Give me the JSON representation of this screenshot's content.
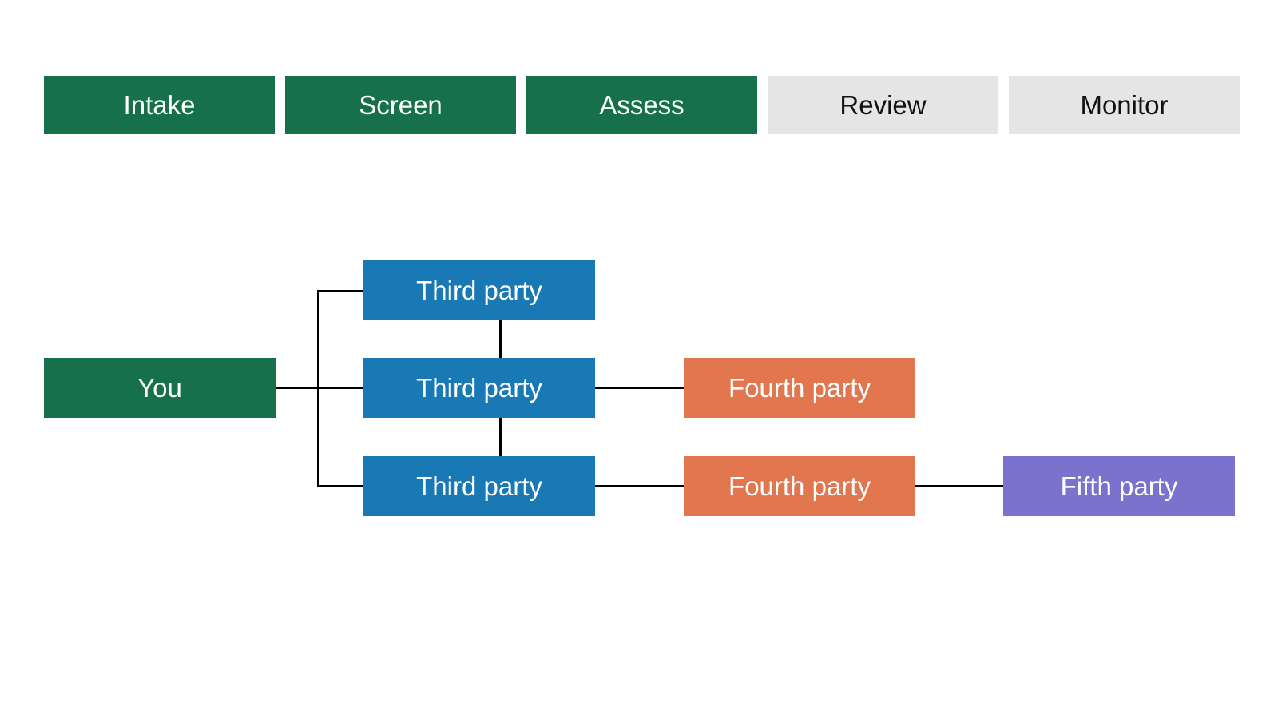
{
  "page": {
    "background": "#FFFFFF"
  },
  "palette": {
    "green": "#16714A",
    "blue": "#1979B5",
    "orange": "#E2774F",
    "purple": "#7B72CD",
    "gray": "#E5E5E5",
    "line": "#000000",
    "text_light": "#FFFFFF",
    "text_dark": "#111111"
  },
  "stages": {
    "items": [
      {
        "label": "Intake",
        "state": "highlighted"
      },
      {
        "label": "Screen",
        "state": "highlighted"
      },
      {
        "label": "Assess",
        "state": "highlighted"
      },
      {
        "label": "Review",
        "state": "dimmed"
      },
      {
        "label": "Monitor",
        "state": "dimmed"
      }
    ]
  },
  "diagram": {
    "nodes": [
      {
        "id": "you",
        "label": "You",
        "level": "you"
      },
      {
        "id": "third-1",
        "label": "Third party",
        "level": "third"
      },
      {
        "id": "third-2",
        "label": "Third party",
        "level": "third"
      },
      {
        "id": "third-3",
        "label": "Third party",
        "level": "third"
      },
      {
        "id": "fourth-1",
        "label": "Fourth party",
        "level": "fourth"
      },
      {
        "id": "fourth-2",
        "label": "Fourth party",
        "level": "fourth"
      },
      {
        "id": "fifth-1",
        "label": "Fifth party",
        "level": "fifth"
      }
    ],
    "edges": [
      {
        "from": "you",
        "to": "third-1"
      },
      {
        "from": "you",
        "to": "third-2"
      },
      {
        "from": "you",
        "to": "third-3"
      },
      {
        "from": "third-1",
        "to": "third-2"
      },
      {
        "from": "third-2",
        "to": "third-3"
      },
      {
        "from": "third-2",
        "to": "fourth-1"
      },
      {
        "from": "third-3",
        "to": "fourth-2"
      },
      {
        "from": "fourth-2",
        "to": "fifth-1"
      }
    ]
  }
}
